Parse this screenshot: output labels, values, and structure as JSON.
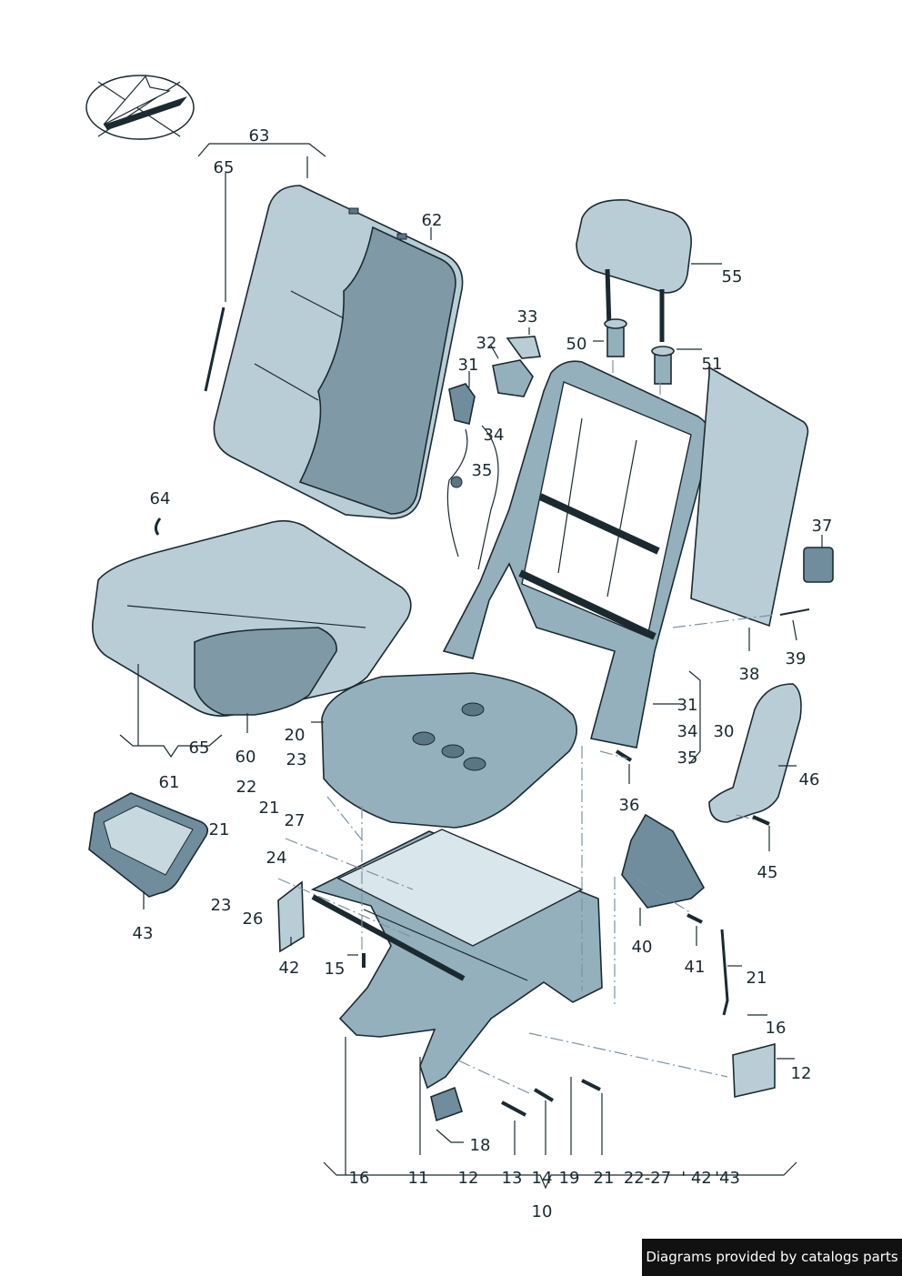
{
  "labels": {
    "l63": "63",
    "l65a": "65",
    "l62": "62",
    "l55": "55",
    "l50": "50",
    "l33": "33",
    "l32": "32",
    "l31a": "31",
    "l51": "51",
    "l34a": "34",
    "l35a": "35",
    "l64": "64",
    "l37": "37",
    "l39": "39",
    "l38": "38",
    "l31b": "31",
    "l34b": "34",
    "l35b": "35",
    "l30": "30",
    "l20": "20",
    "l65b": "65",
    "l60": "60",
    "l61": "61",
    "l23a": "23",
    "l22a": "22",
    "l21a": "21",
    "l21b": "21",
    "l27": "27",
    "l24": "24",
    "l23b": "23",
    "l26": "26",
    "l43": "43",
    "l42": "42",
    "l15": "15",
    "l36": "36",
    "l46": "46",
    "l45": "45",
    "l40": "40",
    "l41": "41",
    "l21c": "21",
    "l16a": "16",
    "l12a": "12",
    "l18": "18",
    "l16b": "16",
    "l11": "11",
    "l12b": "12",
    "l13": "13",
    "l14": "14",
    "l19": "19",
    "l21d": "21",
    "l2227": "22-27",
    "l42b": "' 42",
    "l43b": "'43",
    "l10": "10"
  },
  "credit": "Diagrams provided by catalogs parts",
  "colors": {
    "part": "#b9cdd6",
    "outline": "#1b2a30",
    "dash": "#7d93a0"
  }
}
